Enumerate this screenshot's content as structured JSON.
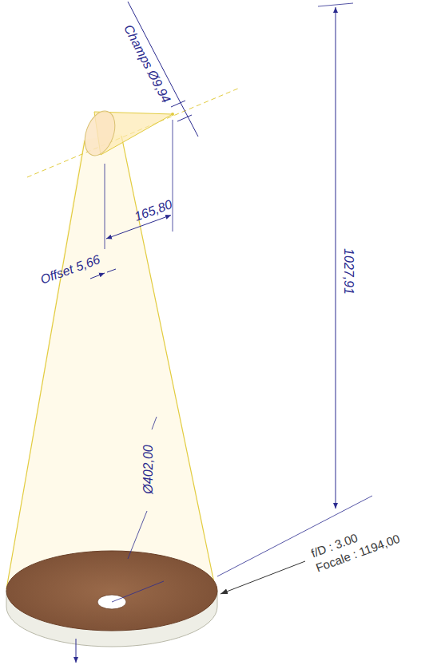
{
  "diagram": {
    "labels": [
      "Champs Ø9,94",
      "165,80",
      "Offset 5,66",
      "1027,91",
      "Ø402,00",
      "f/D : 3.00",
      "Focale : 1194,00"
    ]
  }
}
